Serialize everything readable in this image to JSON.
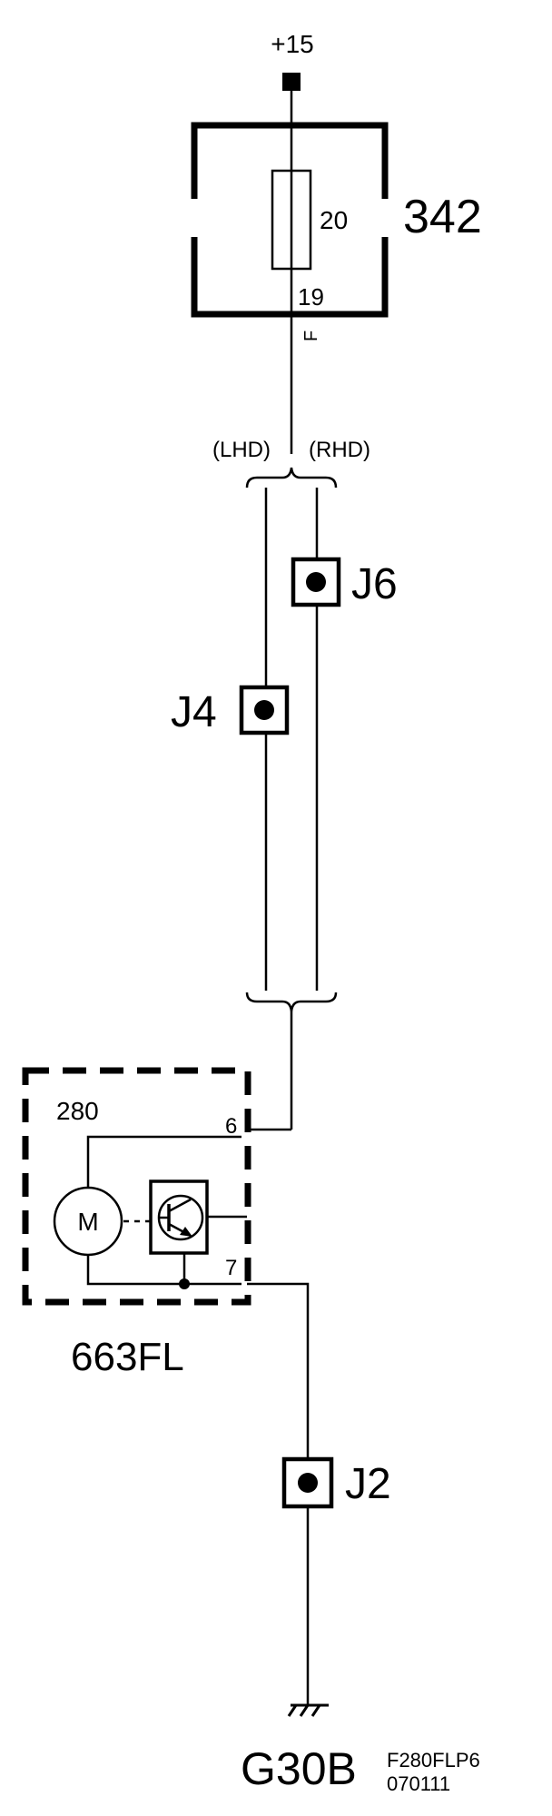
{
  "supply": {
    "label": "+15"
  },
  "fuse_box": {
    "id": "342",
    "fuse_rating": "20",
    "pin": "19",
    "pin_letter": "F"
  },
  "branch": {
    "left_label": "(LHD)",
    "right_label": "(RHD)"
  },
  "junctions": {
    "j6": "J6",
    "j4": "J4",
    "j2": "J2"
  },
  "component": {
    "id": "663FL",
    "ref": "280",
    "pin_in": "6",
    "pin_out": "7",
    "motor_symbol": "M"
  },
  "ground": {
    "id": "G30B",
    "code_line1": "F280FLP6",
    "code_line2": "070111"
  }
}
